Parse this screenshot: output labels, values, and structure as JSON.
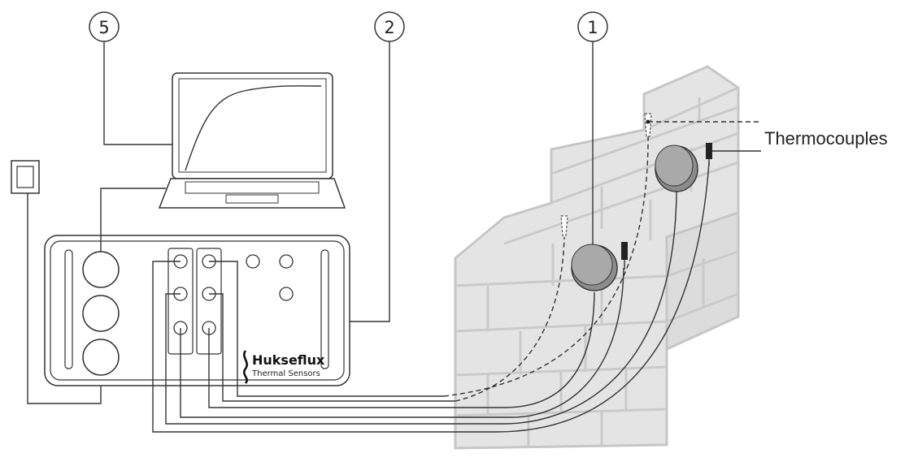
{
  "callouts": {
    "c1": "1",
    "c2": "2",
    "c5": "5"
  },
  "labels": {
    "thermocouples": "Thermocouples"
  },
  "brand": {
    "name": "Hukseflux",
    "subtitle": "Thermal Sensors"
  },
  "colors": {
    "wall": "#e4e4e4",
    "wall_line": "#c9c9c9",
    "sensor": "#888888",
    "line": "#333333"
  }
}
